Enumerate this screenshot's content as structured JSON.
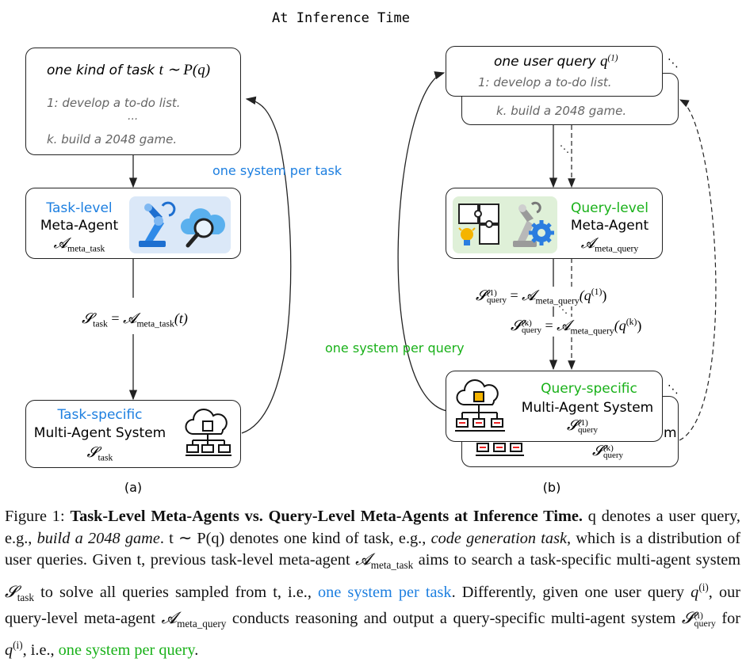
{
  "title": "At Inference Time",
  "panel_a": {
    "label": "(a)",
    "task_box": {
      "heading": "one kind of task",
      "heading_math": "t ∼ P(q)",
      "item_1": "1: develop a to-do list.",
      "ellipsis": "...",
      "item_k": "k. build a 2048 game."
    },
    "meta_agent": {
      "level": "Task-level",
      "name": "Meta-Agent",
      "symbol": "𝓐",
      "symbol_sub": "meta_task"
    },
    "equation": {
      "lhs": "𝓢",
      "lhs_sub": "task",
      "eq": " = ",
      "rhs": "𝓐",
      "rhs_sub": "meta_task",
      "arg": "(t)"
    },
    "system": {
      "kind": "Task-specific",
      "name": "Multi-Agent System",
      "symbol": "𝓢",
      "symbol_sub": "task"
    },
    "loop_label": "one system per task"
  },
  "panel_b": {
    "label": "(b)",
    "query_box": {
      "heading": "one user query",
      "heading_math": "q",
      "heading_sup": "(1)",
      "item_1": "1: develop a to-do list.",
      "item_k": "k. build a 2048 game."
    },
    "meta_agent": {
      "level": "Query-level",
      "name": "Meta-Agent",
      "symbol": "𝓐",
      "symbol_sub": "meta_query"
    },
    "equation_1": {
      "lhs": "𝓢",
      "sub": "query",
      "sup": "(1)",
      "eq": " = ",
      "rhs": "𝓐",
      "rhs_sub": "meta_query",
      "arg": "(q",
      "arg_sup": "(1)",
      "close": ")"
    },
    "equation_k": {
      "lhs": "𝓢",
      "sub": "query",
      "sup": "(k)",
      "eq": " = ",
      "rhs": "𝓐",
      "rhs_sub": "meta_query",
      "arg": "(q",
      "arg_sup": "(k)",
      "close": ")"
    },
    "system": {
      "kind": "Query-specific",
      "name": "Multi-Agent System",
      "symbol": "𝓢",
      "sub": "query",
      "sup_1": "(1)",
      "sup_k": "(k)",
      "back_fragment": "m"
    },
    "loop_label": "one system per query"
  },
  "caption": {
    "prefix": "Figure 1: ",
    "bold": "Task-Level Meta-Agents vs. Query-Level Meta-Agents at Inference Time.",
    "p1": " q denotes a user query, e.g., ",
    "i1": "build a 2048 game",
    "p2": ". t ∼ P(q) denotes one kind of task, e.g., ",
    "i2": "code generation task",
    "p3": ", which is a distribution of user queries. Given t, previous task-level meta-agent ",
    "sym1": "𝓐",
    "sym1_sub": "meta_task",
    "p4": " aims to search a task-specific multi-agent system ",
    "sym2": "𝓢",
    "sym2_sub": "task",
    "p5": " to solve all queries sampled from t, i.e., ",
    "blue": "one system per task",
    "p6": ". Differently, given one user query ",
    "q": "q",
    "q_sup": "(i)",
    "p7": ", our query-level meta-agent ",
    "sym3": "𝓐",
    "sym3_sub": "meta_query",
    "p8": " conducts reasoning and output a query-specific multi-agent system ",
    "sym4": "𝓢",
    "sym4_sup": "(i)",
    "sym4_sub": "query",
    "p9": " for ",
    "q2": "q",
    "q2_sup": "(i)",
    "p10": ", i.e., ",
    "green": "one system per query",
    "p11": "."
  },
  "colors": {
    "blue": "#1d7fe0",
    "green": "#19b119",
    "icon_blue_bg": "#dbe8f8",
    "icon_green_bg": "#dff0d8"
  },
  "icons": [
    "robot-arm-icon",
    "cloud-search-icon",
    "puzzle-lightbulb-icon",
    "robot-gear-icon",
    "cloud-network-icon"
  ]
}
